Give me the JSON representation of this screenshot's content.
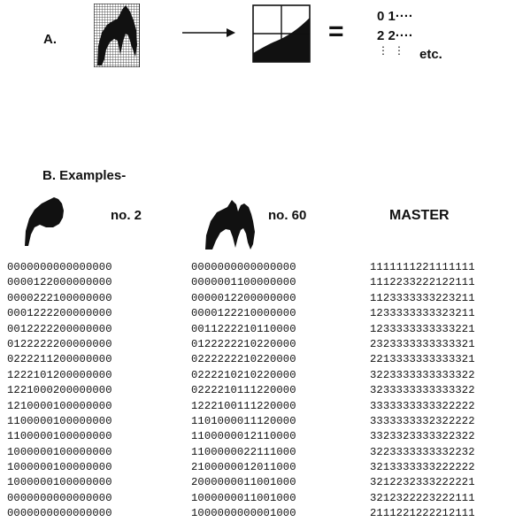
{
  "section_a": {
    "label": "A.",
    "equals": "=",
    "sequence_lines": [
      "0 1····",
      "2 2····"
    ],
    "etc": "etc."
  },
  "section_b": {
    "title": "B. Examples-",
    "examples": [
      {
        "label": "no. 2"
      },
      {
        "label": "no. 60"
      },
      {
        "label": "MASTER"
      }
    ]
  },
  "matrices": {
    "no2": [
      "0000000000000000",
      "0000122000000000",
      "0000222100000000",
      "0001222200000000",
      "0012222200000000",
      "0122222200000000",
      "0222211200000000",
      "1222101200000000",
      "1221000200000000",
      "1210000100000000",
      "1100000100000000",
      "1100000100000000",
      "1000000100000000",
      "1000000100000000",
      "1000000100000000",
      "0000000000000000",
      "0000000000000000"
    ],
    "no60": [
      "0000000000000000",
      "0000001100000000",
      "0000012200000000",
      "0000122210000000",
      "0011222210110000",
      "0122222210220000",
      "0222222210220000",
      "0222210210220000",
      "0222210111220000",
      "1222100111220000",
      "1101000011120000",
      "1100000012110000",
      "1100000022111000",
      "2100000012011000",
      "2000000011001000",
      "1000000011001000",
      "1000000000001000"
    ],
    "master": [
      "1111111221111111",
      "1112233222122111",
      "1123333333223211",
      "1233333333323211",
      "1233333333333221",
      "2323333333333321",
      "2213333333333321",
      "3223333333333322",
      "3233333333333322",
      "3333333333322222",
      "3333333332322222",
      "3323323333322322",
      "3223333333332232",
      "3213333333222222",
      "3212232333222221",
      "3212322223222111",
      "2111221222212111"
    ]
  }
}
